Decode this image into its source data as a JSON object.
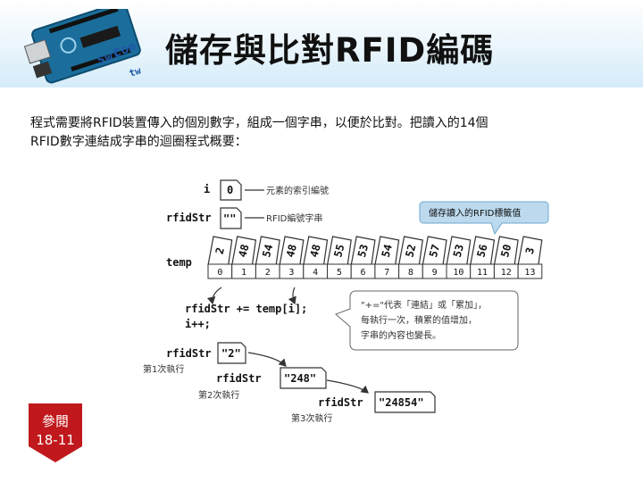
{
  "page": {
    "title": "儲存與比對RFID編碼",
    "intro_lines": [
      "程式需要將RFID裝置傳入的個別數字，組成一個字串，以便於比對。把讀入的14個",
      "RFID數字連結成字串的迴圈程式概要："
    ],
    "reference": {
      "line1": "參閱",
      "line2": "18-11"
    }
  },
  "logo": {
    "text1": "swf",
    "text2": "com",
    "text3": "tw"
  },
  "diagram": {
    "var_i": {
      "label": "i",
      "value": "0",
      "note": "元素的索引編號"
    },
    "var_rfidStr": {
      "label": "rfidStr",
      "value": "\"\"",
      "note": "RFID編號字串"
    },
    "callout_top": "儲存讀入的RFID標籤值",
    "temp": {
      "label": "temp",
      "values": [
        "2",
        "48",
        "54",
        "48",
        "48",
        "55",
        "53",
        "54",
        "52",
        "57",
        "53",
        "56",
        "50",
        "3"
      ],
      "indices": [
        "0",
        "1",
        "2",
        "3",
        "4",
        "5",
        "6",
        "7",
        "8",
        "9",
        "10",
        "11",
        "12",
        "13"
      ]
    },
    "code": [
      "rfidStr += temp[i];",
      "i++;"
    ],
    "callout_mid": [
      "\"+=\"代表「連結」或「累加」，",
      "每執行一次，積累的值增加，",
      "字串的內容也變長。"
    ],
    "runs": [
      {
        "label": "rfidStr",
        "value": "\"2\"",
        "note": "第1次執行"
      },
      {
        "label": "rfidStr",
        "value": "\"248\"",
        "note": "第2次執行"
      },
      {
        "label": "rfidStr",
        "value": "\"24854\"",
        "note": "第3次執行"
      }
    ]
  },
  "colors": {
    "badge": "#c0181c",
    "accent": "#1e7fc4",
    "callout": "#bcd9ee",
    "header": "#d4ebf8"
  }
}
